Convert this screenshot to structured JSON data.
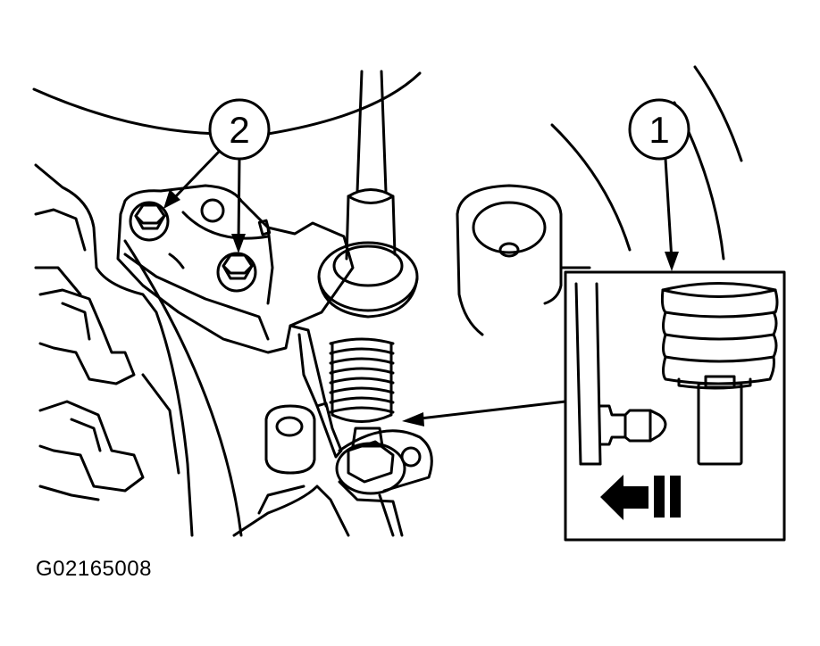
{
  "figure": {
    "code": "G02165008",
    "callouts": [
      {
        "label": "1",
        "target": "cable-end-detail-inset"
      },
      {
        "label": "2",
        "target": "bracket-bolts"
      }
    ]
  },
  "colors": {
    "ink": "#000000",
    "paper": "#ffffff"
  }
}
